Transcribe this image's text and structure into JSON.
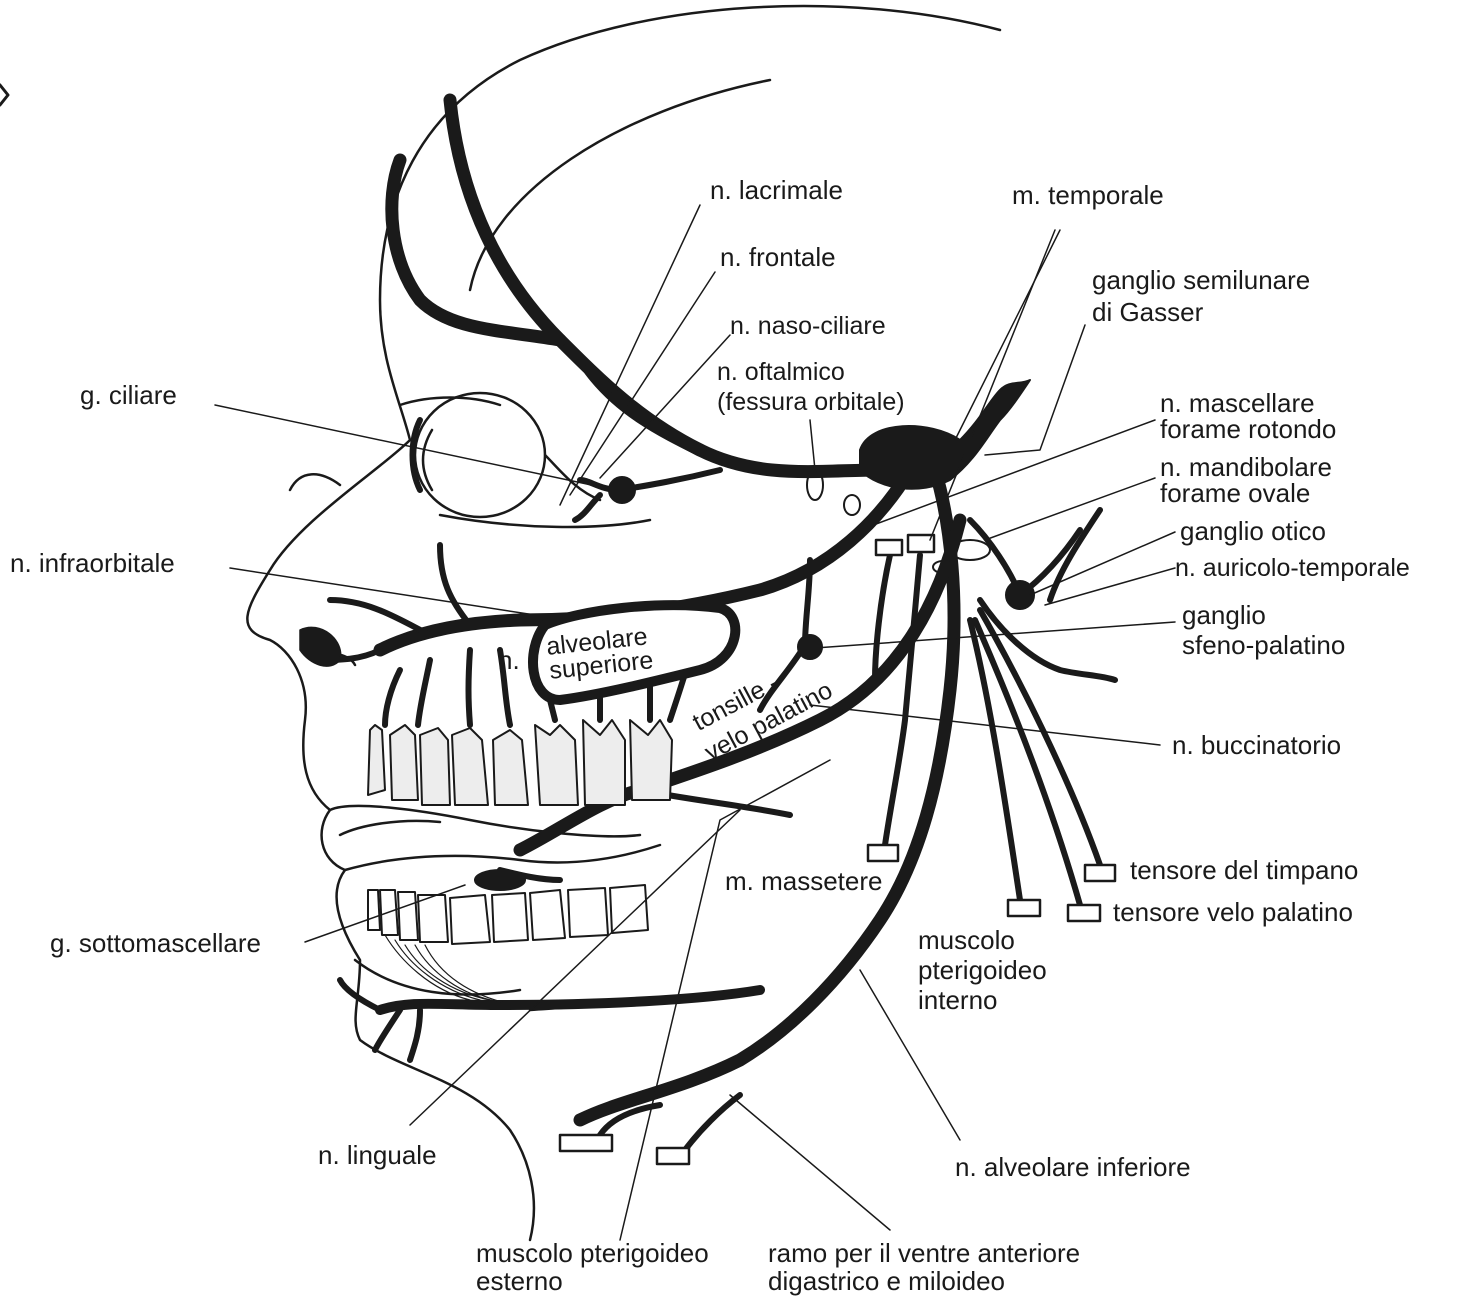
{
  "diagram": {
    "labels": {
      "n_lacrimale": "n. lacrimale",
      "m_temporale": "m. temporale",
      "n_frontale": "n. frontale",
      "ganglio_semilunare_1": "ganglio semilunare",
      "ganglio_semilunare_2": "di Gasser",
      "n_naso_ciliare": "n. naso-ciliare",
      "n_oftalmico_1": "n. oftalmico",
      "n_oftalmico_2": "(fessura orbitale)",
      "g_ciliare": "g. ciliare",
      "n_mascellare_1": "n. mascellare",
      "n_mascellare_2": "forame rotondo",
      "n_mandibolare_1": "n. mandibolare",
      "n_mandibolare_2": "forame ovale",
      "ganglio_otico": "ganglio otico",
      "n_infraorbitale": "n. infraorbitale",
      "n_auricolo_temporale": "n. auricolo-temporale",
      "ganglio_sfeno_1": "ganglio",
      "ganglio_sfeno_2": "sfeno-palatino",
      "alveolare_n": "n.",
      "alveolare_1": "alveolare",
      "alveolare_2": "superiore",
      "tonsille_1": "tonsille -",
      "tonsille_2": "velo palatino",
      "n_buccinatorio": "n. buccinatorio",
      "tensore_timpano": "tensore del timpano",
      "m_massetere": "m. massetere",
      "tensore_velo": "tensore velo palatino",
      "g_sottomascellare": "g. sottomascellare",
      "muscolo_pter_int_1": "muscolo",
      "muscolo_pter_int_2": "pterigoideo",
      "muscolo_pter_int_3": "interno",
      "n_linguale": "n. linguale",
      "n_alveolare_inferiore": "n. alveolare inferiore",
      "muscolo_pter_est_1": "muscolo pterigoideo",
      "muscolo_pter_est_2": "esterno",
      "ramo_1": "ramo per il ventre anteriore",
      "ramo_2": "digastrico e miloideo"
    }
  }
}
